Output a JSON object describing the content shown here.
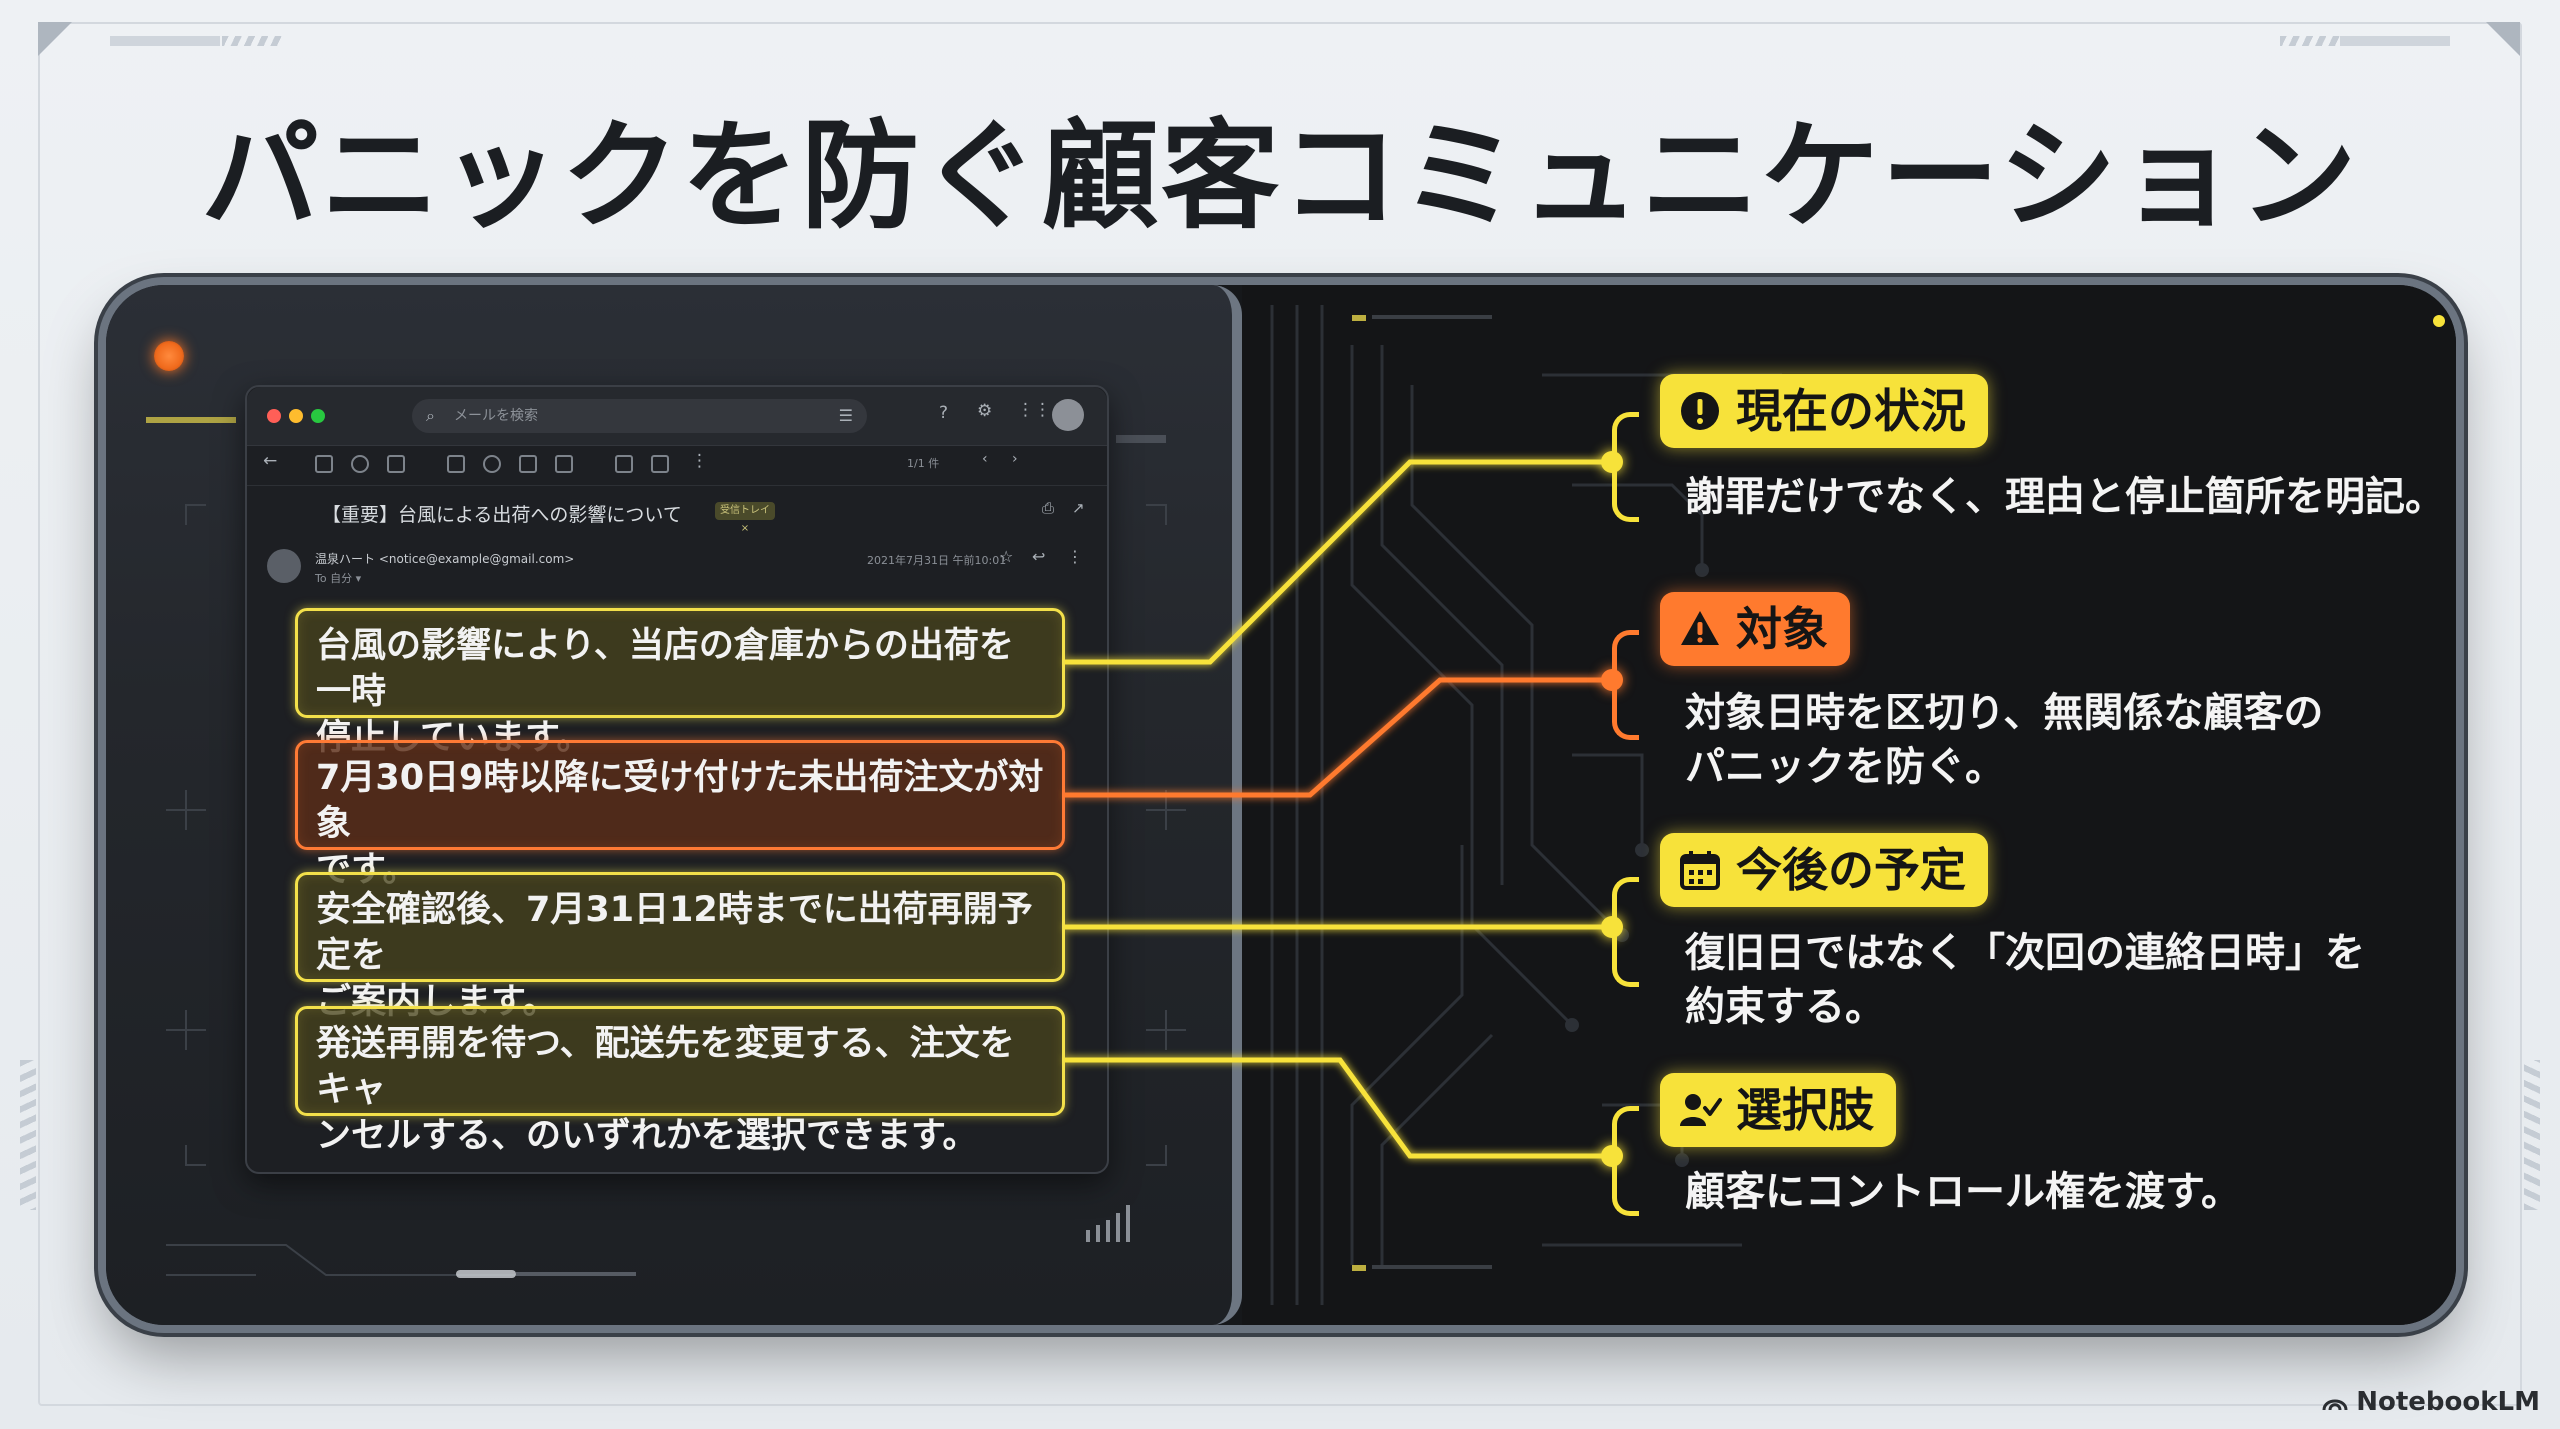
{
  "title": "パニックを防ぐ顧客コミュニケーション",
  "brand": "NotebookLM",
  "colors": {
    "yellow": "#f7e23a",
    "orange": "#ff7a2e",
    "panel": "#16181b"
  },
  "mail": {
    "search_placeholder": "メールを検索",
    "subject": "【重要】台風による出荷への影響について",
    "subject_tag": "受信トレイ ×",
    "sender": "温泉ハート <notice@example@gmail.com>",
    "to": "To 自分 ▾",
    "date": "2021年7月31日 午前10:01",
    "count": "1/1 件",
    "messages": [
      {
        "text_line1": "台風の影響により、当店の倉庫からの出荷を一時",
        "text_line2": "停止しています。",
        "color": "yellow"
      },
      {
        "text_line1": "7月30日9時以降に受け付けた未出荷注文が対象",
        "text_line2": "です。",
        "color": "orange"
      },
      {
        "text_line1": "安全確認後、7月31日12時までに出荷再開予定を",
        "text_line2": "ご案内します。",
        "color": "yellow"
      },
      {
        "text_line1": "発送再開を待つ、配送先を変更する、注文をキャ",
        "text_line2": "ンセルする、のいずれかを選択できます。",
        "color": "yellow"
      }
    ]
  },
  "callouts": [
    {
      "label": "現在の状況",
      "icon": "exclamation-circle-icon",
      "color": "yellow",
      "desc_line1": "謝罪だけでなく、理由と停止箇所を明記。",
      "desc_line2": ""
    },
    {
      "label": "対象",
      "icon": "warning-triangle-icon",
      "color": "orange",
      "desc_line1": "対象日時を区切り、無関係な顧客の",
      "desc_line2": "パニックを防ぐ。"
    },
    {
      "label": "今後の予定",
      "icon": "calendar-icon",
      "color": "yellow",
      "desc_line1": "復旧日ではなく「次回の連絡日時」を",
      "desc_line2": "約束する。"
    },
    {
      "label": "選択肢",
      "icon": "user-check-icon",
      "color": "yellow",
      "desc_line1": "顧客にコントロール権を渡す。",
      "desc_line2": ""
    }
  ]
}
